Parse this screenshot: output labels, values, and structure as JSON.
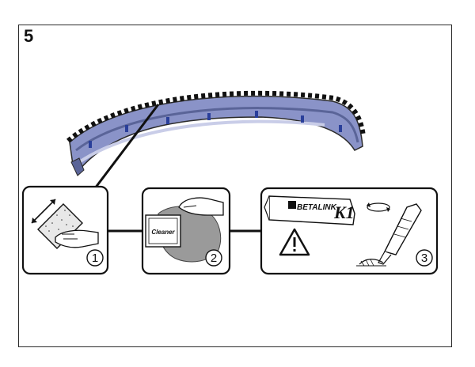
{
  "step_number": "5",
  "panels": [
    {
      "number": "1"
    },
    {
      "number": "2",
      "cleaner_label": "Cleaner"
    },
    {
      "number": "3",
      "brand_label": "BETALINK",
      "product_label": "K1"
    }
  ],
  "icons": [
    "sponge-icon",
    "cleaner-wipe-icon",
    "adhesive-tube-icon",
    "warning-triangle-icon",
    "rotate-arrows-icon",
    "caulking-gun-icon"
  ],
  "colors": {
    "part_fill": "#8a93c8",
    "part_dark": "#3a4a7a",
    "stroke": "#111111"
  }
}
